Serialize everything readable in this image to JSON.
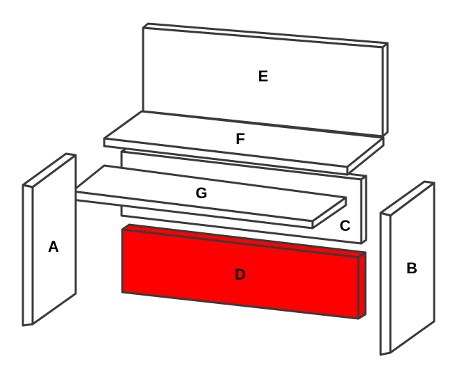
{
  "parts": {
    "A": "A",
    "B": "B",
    "C": "C",
    "D": "D",
    "E": "E",
    "F": "F",
    "G": "G"
  },
  "colors": {
    "highlight": "#ff0000",
    "outline": "#3a3a3a",
    "fill": "#ffffff"
  }
}
